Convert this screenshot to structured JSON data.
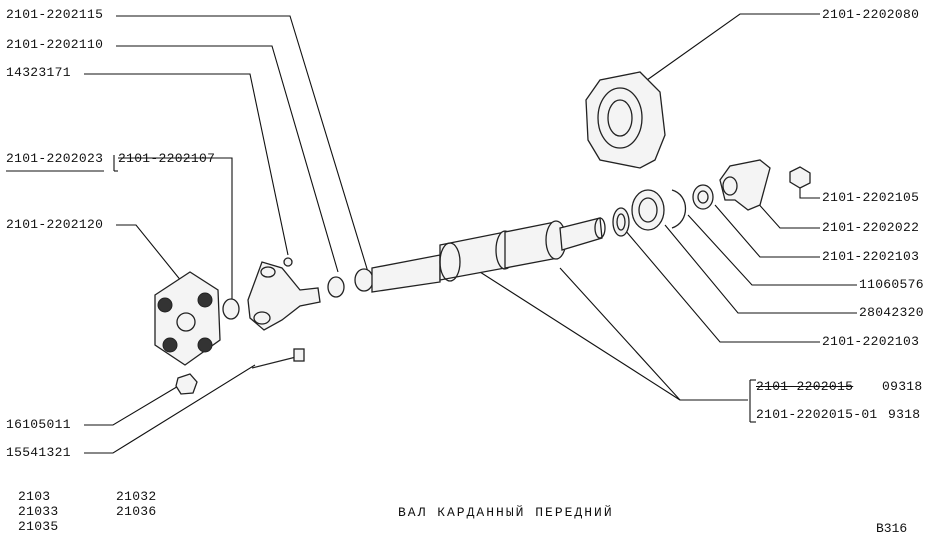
{
  "labels": {
    "p2202115": "2101-2202115",
    "p2202110": "2101-2202110",
    "p14323171": "14323171",
    "p2202023": "2101-2202023",
    "p2202107": "2101-2202107",
    "p2202120": "2101-2202120",
    "p16105011": "16105011",
    "p15541321": "15541321",
    "p2202080": "2101-2202080",
    "p2202105": "2101-2202105",
    "p2202022": "2101-2202022",
    "p2202103a": "2101-2202103",
    "p11060576": "11060576",
    "p28042320": "28042320",
    "p2202103b": "2101-2202103",
    "p2202015": "2101-2202015",
    "p09318": "09318",
    "p2202015_01": "2101-2202015-01",
    "p9318": "9318"
  },
  "models": {
    "col1": [
      "2103",
      "21033",
      "21035"
    ],
    "col2": [
      "21032",
      "21036"
    ]
  },
  "title": "ВАЛ КАРДАННЫЙ ПЕРЕДНИЙ",
  "figure_code": "В316"
}
